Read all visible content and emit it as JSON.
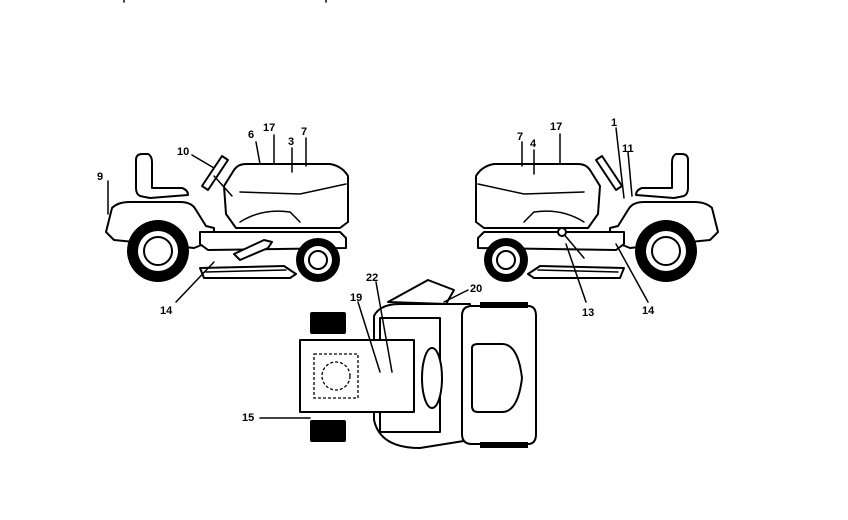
{
  "callouts": {
    "c1": "1",
    "c3": "3",
    "c4": "4",
    "c6": "6",
    "c7_left": "7",
    "c7_right": "7",
    "c9": "9",
    "c10": "10",
    "c11": "11",
    "c13": "13",
    "c14_left": "14",
    "c14_right": "14",
    "c15": "15",
    "c17_left": "17",
    "c17_right": "17",
    "c19": "19",
    "c20": "20",
    "c22": "22"
  }
}
